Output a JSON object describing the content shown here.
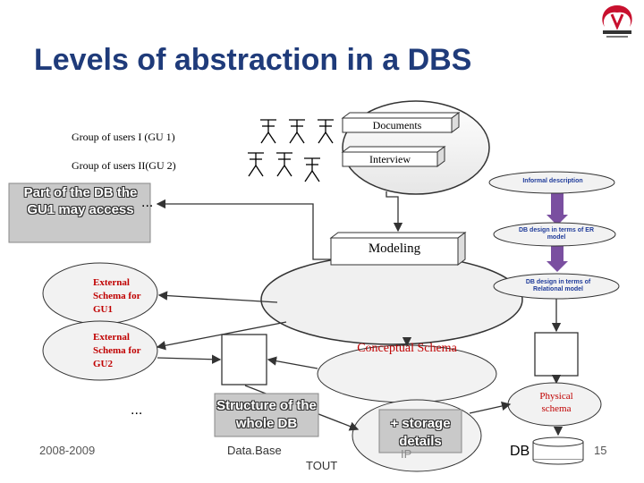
{
  "title": "Levels of abstraction in a DBS",
  "users": {
    "group1": "Group of users I (GU 1)",
    "group2": "Group of users II(GU 2)"
  },
  "inputs": {
    "documents": "Documents",
    "interview": "Interview"
  },
  "part_label": "Part of the DB the GU1 may access",
  "ellipsis_top": "...",
  "ellipsis_bottom": "...",
  "modeling": "Modeling",
  "steps": {
    "informal": "Informal description",
    "er_model": "DB design in terms of ER model",
    "relational": "DB design in terms of Relational model"
  },
  "external1": "External Schema for GU1",
  "external2": "External Schema for GU2",
  "conceptual": "Conceptual Schema",
  "physical": "Physical schema",
  "structure": "Structure of the whole DB",
  "storage": "+ storage details",
  "db": "DB",
  "footer": {
    "year": "2008-2009",
    "database": "Data.Base",
    "tout": "TOUT",
    "ip": "IP",
    "page": "15"
  },
  "colors": {
    "title": "#1f3b7a",
    "accent_red": "#c00000",
    "ellipse_fill": "#f2f2f2",
    "arrow_purple": "#7a4fa0",
    "part_box": "#c9c9c9"
  }
}
